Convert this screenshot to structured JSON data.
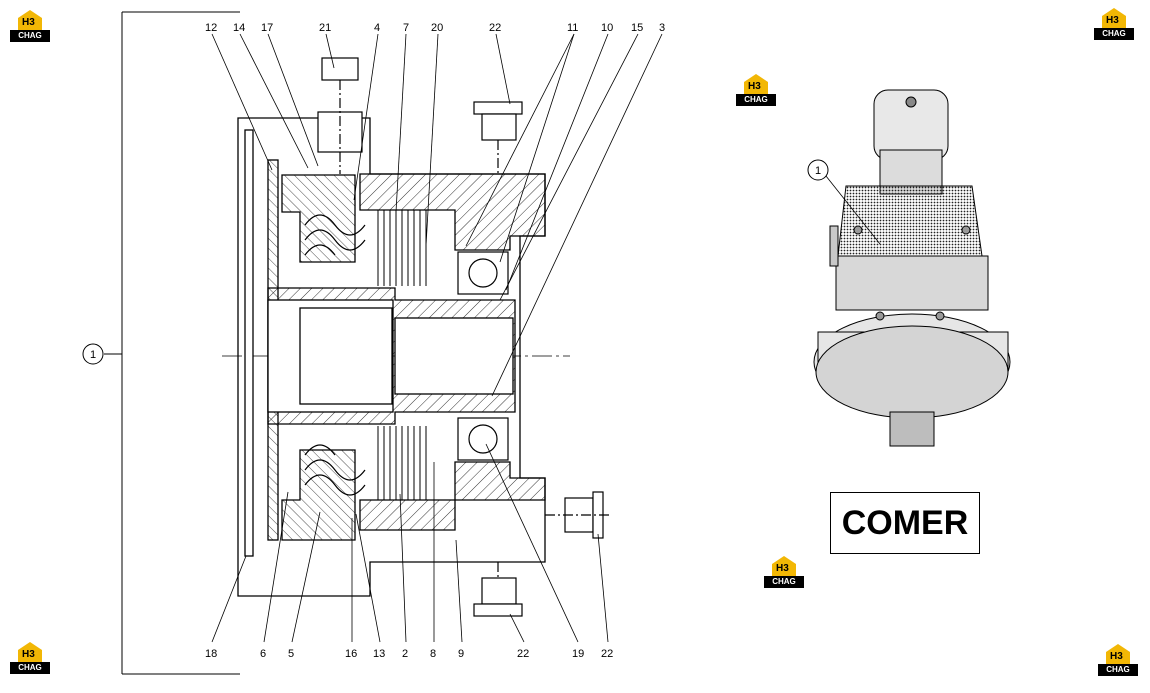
{
  "logo": {
    "mono": "H3",
    "text": "CHAG"
  },
  "callouts": {
    "top": [
      "12",
      "14",
      "17",
      "21",
      "4",
      "7",
      "20",
      "22",
      "11",
      "10",
      "15",
      "3"
    ],
    "bottom": [
      "18",
      "6",
      "5",
      "16",
      "13",
      "2",
      "8",
      "9",
      "22",
      "19",
      "22"
    ],
    "left": "1",
    "photo": "1"
  },
  "brand": "COMER",
  "colors": {
    "line": "#000000",
    "logo_yellow": "#f2b705",
    "photo_dark": "#3a3a3a"
  }
}
